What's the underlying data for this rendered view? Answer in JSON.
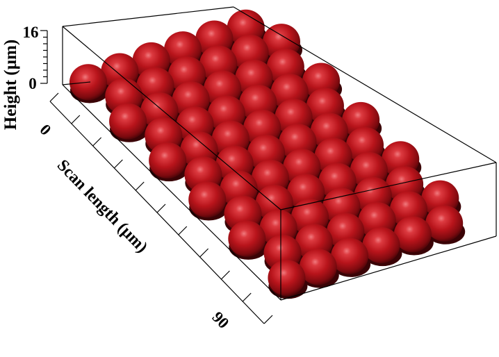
{
  "chart_data": {
    "type": "surface",
    "pattern": "hexagonal array of hemispherical microlenses",
    "surface_color": "#c0161c",
    "zlabel": "Height (µm)",
    "ylabel": "Scan length (µm)",
    "zlim": [
      0,
      16
    ],
    "zticks": [
      "0",
      "16"
    ],
    "yticks": [
      "0",
      "90"
    ],
    "grid": false,
    "box": true,
    "lens_rows": 6,
    "lens_cols": 11
  }
}
